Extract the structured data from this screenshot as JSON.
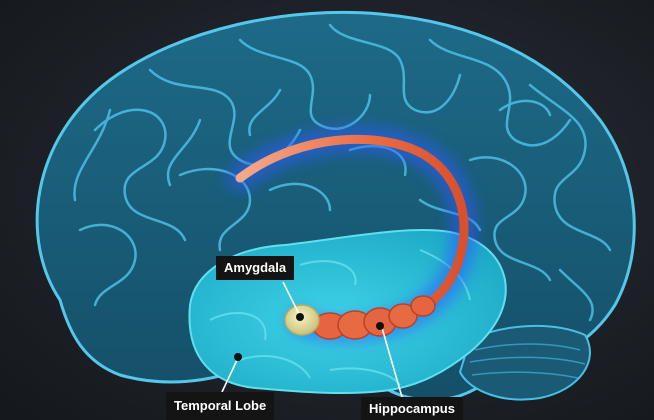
{
  "labels": {
    "amygdala": "Amygdala",
    "hippocampus": "Hippocampus",
    "temporal_lobe": "Temporal Lobe"
  },
  "colors": {
    "background": "#1b1e24",
    "brain_fill": "#1b5e78",
    "brain_stroke": "#3fb4dc",
    "temporal_lobe_fill": "#23bcd6",
    "hippocampus": "#e2603b",
    "amygdala": "#e8e3a4",
    "glow": "#2b50ff",
    "label_bg": "#141414",
    "label_text": "#ffffff"
  }
}
